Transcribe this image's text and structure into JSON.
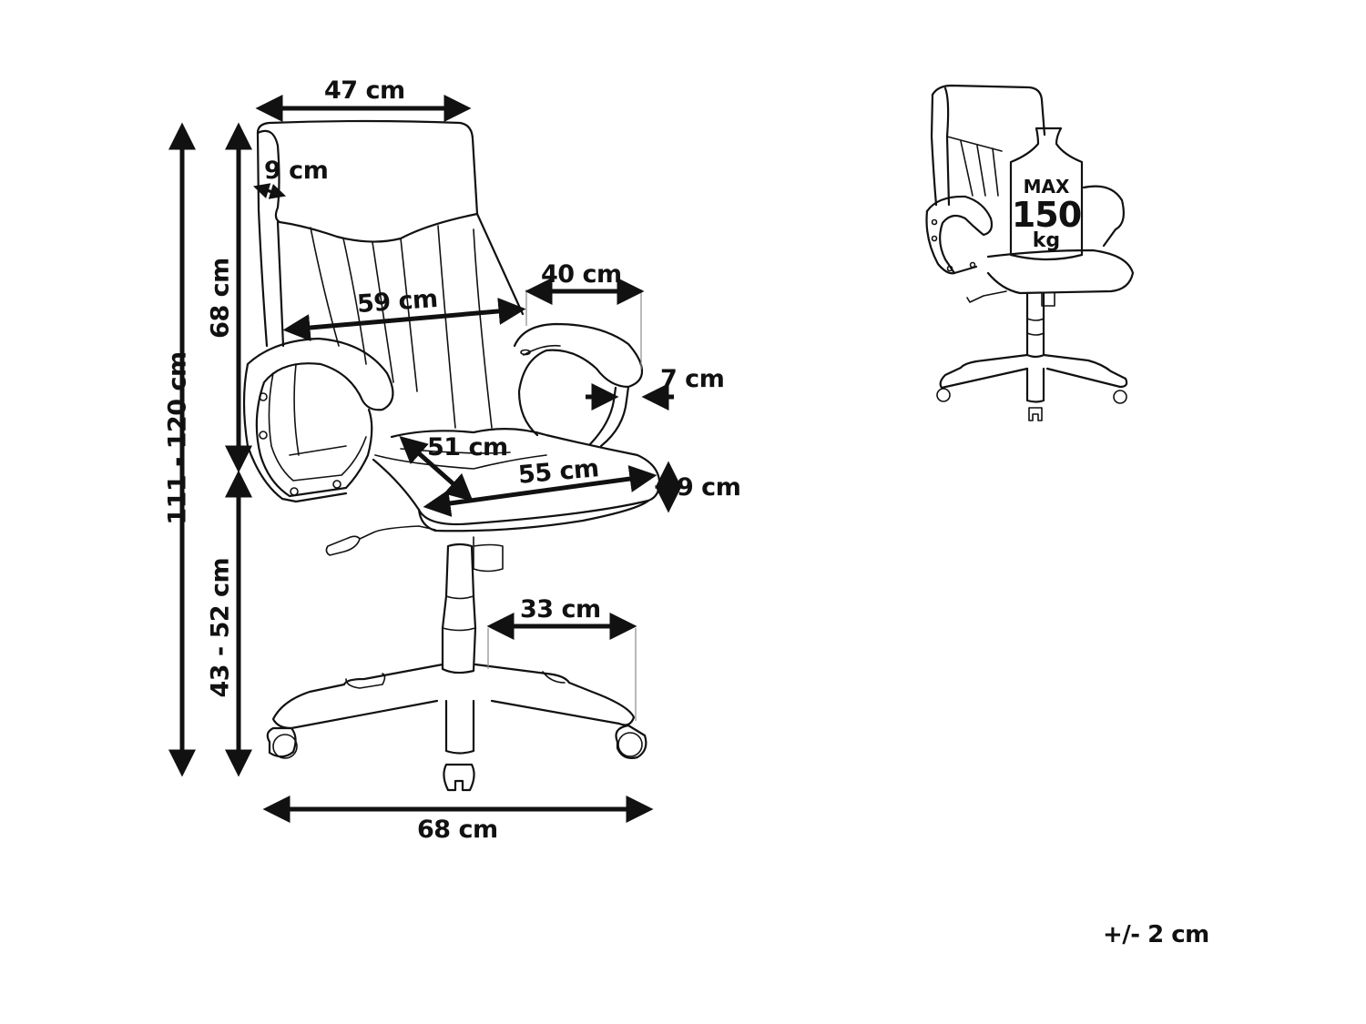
{
  "diagram": {
    "subject": "Office chair dimensions",
    "dimensions": {
      "backrest_width": "47 cm",
      "headrest_depth": "9 cm",
      "backrest_height": "68 cm",
      "total_height": "111 - 120 cm",
      "seat_height": "43 - 52 cm",
      "backrest_diagonal": "59 cm",
      "armrest_length": "40 cm",
      "armrest_width": "7 cm",
      "seat_depth": "51 cm",
      "seat_width": "55 cm",
      "seat_thickness": "9 cm",
      "base_leg_length": "33 cm",
      "base_width": "68 cm"
    },
    "load_badge": {
      "line1": "MAX",
      "line2": "150",
      "line3": "kg"
    },
    "tolerance": "+/- 2 cm",
    "colors": {
      "line": "#111111",
      "background": "#ffffff",
      "guide": "#8a8a8a"
    }
  }
}
